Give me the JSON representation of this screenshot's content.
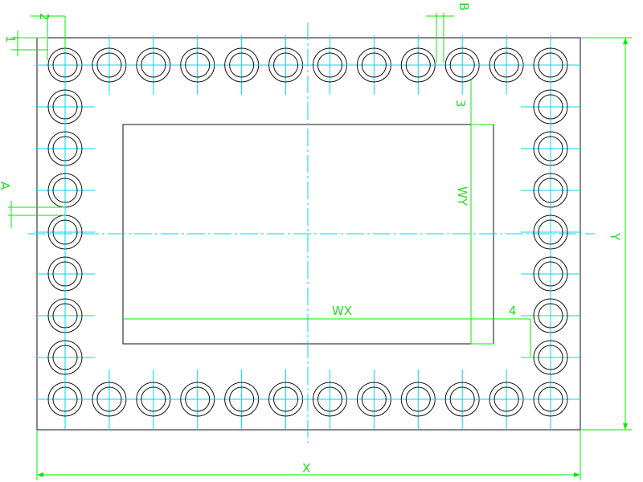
{
  "drawing": {
    "labels": {
      "pitch_x": "2",
      "pad_offset": "1",
      "pad_spacing": "B",
      "pad_width": "A",
      "edge_to_window": "3",
      "window_to_pad": "4",
      "window_width": "WX",
      "window_height": "WY",
      "overall_width": "X",
      "overall_height": "Y"
    },
    "pads": {
      "top_row_count": 12,
      "bottom_row_count": 12,
      "left_column_count": 9,
      "right_column_count": 9
    },
    "colors": {
      "outline": "#111111",
      "dimension": "#00ee00",
      "centerline": "#00d8e8",
      "background": "#ffffff"
    }
  }
}
